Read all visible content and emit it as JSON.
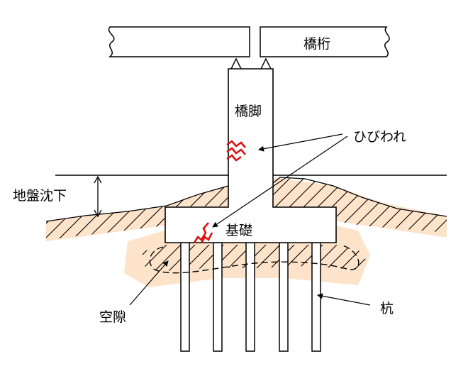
{
  "labels": {
    "girder": "橋桁",
    "pier": "橋脚",
    "crack": "ひびわれ",
    "subsidence": "地盤沈下",
    "footing": "基礎",
    "void": "空隙",
    "pile": "杭"
  },
  "colors": {
    "crack": "#e01010",
    "soil_band": "#fde0c4",
    "line": "#000000"
  }
}
